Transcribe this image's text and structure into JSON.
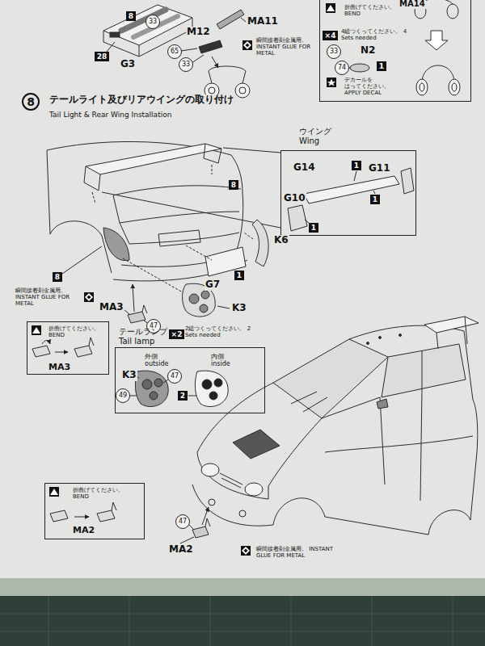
{
  "diagram": {
    "title": "テールライト及びリアウイングの取り付け",
    "nodes": [
      {
        "text": [
          "8"
        ]
      },
      {
        "text": [
          "33"
        ]
      },
      {
        "text": [
          "28"
        ]
      },
      {
        "text": [
          "65"
        ]
      },
      {
        "text": [
          "33"
        ]
      },
      {
        "text": [
          "折曲げてください。 BEND",
          "4組つくってください。 4 Sets needed",
          "デカールを はってください。 APPLY DECAL"
        ]
      },
      {
        "text": [
          "×4"
        ],
        "in": 5
      },
      {
        "text": [
          "33"
        ],
        "in": 5
      },
      {
        "text": [
          "74"
        ],
        "in": 5
      },
      {
        "text": [
          "1"
        ],
        "in": 5
      },
      {
        "text": [
          "8"
        ]
      },
      {
        "text": [
          "ウイング Wing"
        ]
      },
      {
        "text": [
          "1"
        ],
        "in": 11
      },
      {
        "text": [
          "1"
        ],
        "in": 11
      },
      {
        "text": [
          "1"
        ],
        "in": 11
      },
      {
        "text": [
          "8"
        ]
      },
      {
        "text": [
          "8"
        ]
      },
      {
        "text": [
          "1"
        ]
      },
      {
        "text": [
          "47"
        ]
      },
      {
        "text": [
          "折曲げてください。 BEND",
          "MA3"
        ]
      },
      {
        "text": [
          "テールランプ Tail lamp",
          "2組つくってください。 2 Sets needed",
          "外側 outside",
          "内側 inside"
        ]
      },
      {
        "text": [
          "×2"
        ],
        "in": 20
      },
      {
        "text": [
          "47"
        ],
        "in": 20
      },
      {
        "text": [
          "49"
        ],
        "in": 20
      },
      {
        "text": [
          "2"
        ],
        "in": 20
      },
      {
        "text": [
          "折曲げてください。 BEND",
          "MA2"
        ]
      },
      {
        "text": [
          "47"
        ]
      }
    ],
    "labels": [
      "MA14",
      "G3",
      "M12",
      "MA11",
      "瞬間接着剤金属用。 INSTANT GLUE FOR METAL",
      "N2",
      "Tail Light & Rear Wing Installation",
      "G14",
      "G11",
      "G10",
      "K6",
      "G7",
      "K3",
      "瞬間接着剤金属用。 INSTANT GLUE FOR METAL",
      "MA3",
      "K3",
      "MA2",
      "瞬間接着剤金属用。 INSTANT GLUE FOR METAL"
    ]
  }
}
